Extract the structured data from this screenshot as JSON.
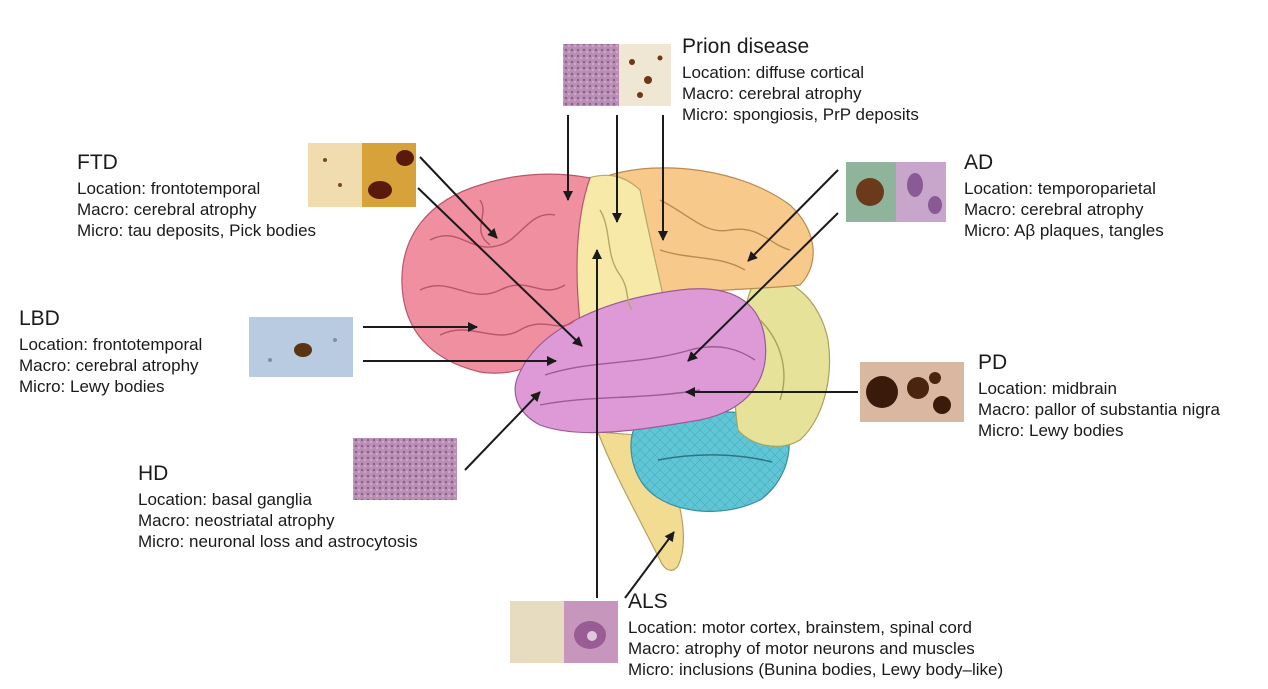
{
  "diseases": {
    "prion": {
      "name": "Prion disease",
      "location": "Location: diffuse cortical",
      "macro": "Macro: cerebral atrophy",
      "micro": "Micro: spongiosis, PrP deposits"
    },
    "ftd": {
      "name": "FTD",
      "location": "Location: frontotemporal",
      "macro": "Macro: cerebral atrophy",
      "micro": "Micro: tau deposits, Pick bodies"
    },
    "ad": {
      "name": "AD",
      "location": "Location: temporoparietal",
      "macro": "Macro: cerebral atrophy",
      "micro": "Micro: Aβ plaques, tangles"
    },
    "lbd": {
      "name": "LBD",
      "location": "Location: frontotemporal",
      "macro": "Macro: cerebral atrophy",
      "micro": "Micro: Lewy bodies"
    },
    "pd": {
      "name": "PD",
      "location": "Location: midbrain",
      "macro": "Macro: pallor of substantia nigra",
      "micro": "Micro: Lewy bodies"
    },
    "hd": {
      "name": "HD",
      "location": "Location: basal ganglia",
      "macro": "Macro: neostriatal atrophy",
      "micro": "Micro: neuronal loss and astrocytosis"
    },
    "als": {
      "name": "ALS",
      "location": "Location: motor cortex, brainstem, spinal cord",
      "macro": "Macro: atrophy of motor neurons and muscles",
      "micro": "Micro: inclusions (Bunina bodies, Lewy body–like)"
    }
  },
  "colors": {
    "frontal": "#ef8fa0",
    "parietal_motor": "#f7eaa8",
    "occipital_parietal": "#f7c98a",
    "temporal": "#dd9ad6",
    "occipital": "#e6e29a",
    "cerebellum": "#5fc6d6",
    "brainstem": "#f2dc92",
    "arrow": "#1a1a1a"
  }
}
